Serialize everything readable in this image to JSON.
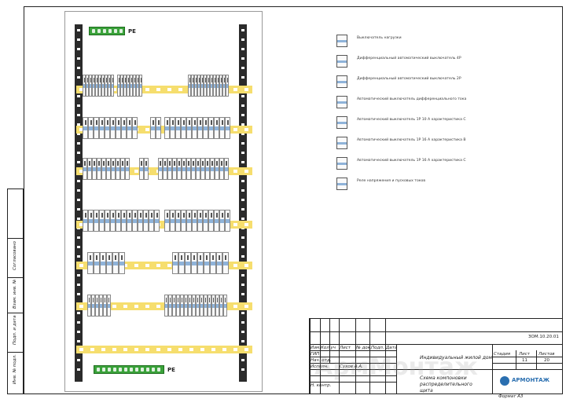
{
  "pe_top": {
    "label": "PE"
  },
  "pe_bottom": {
    "label": "PE"
  },
  "legend": [
    "Выключатель нагрузки",
    "Дифференциальный автоматический выключатель 4P",
    "Дифференциальный автоматический выключатель 2P",
    "Автоматический выключатель дифференциального тока",
    "Автоматический выключатель 1P 10 А характеристика C",
    "Автоматический выключатель 1P 16 А характеристика B",
    "Автоматический выключатель 1P 16 А характеристика C",
    "Реле напряжения и пусковых токов"
  ],
  "side_strip": {
    "approved": "Согласовано",
    "replaced": "Взам. инв. №",
    "sign_date": "Подп. и дата",
    "inv_orig": "Инв. № подл."
  },
  "title_block": {
    "code": "ЗОМ.10.20.01",
    "headers": {
      "change": "Изм.",
      "qty": "Кол.уч",
      "sheet": "Лист",
      "doc": "№ док.",
      "sign": "Подп.",
      "date": "Дата"
    },
    "roles": {
      "gip": "ГИП",
      "head": "Нач. отд.",
      "executor": "Исполн.",
      "norm": "Н. контр."
    },
    "executor_name": "Сухов А.А.",
    "object": "Индивидуальный жилой дом",
    "drawing": "Схема компоновки распределительного щита",
    "col_stage": "Стадия",
    "col_sheet": "Лист",
    "col_sheets": "Листов",
    "sheet_value": "11",
    "sheets_value": "20",
    "company": "АРМОНТАЖ"
  },
  "format": "Формат А3",
  "watermark": "АрмМонтаж"
}
